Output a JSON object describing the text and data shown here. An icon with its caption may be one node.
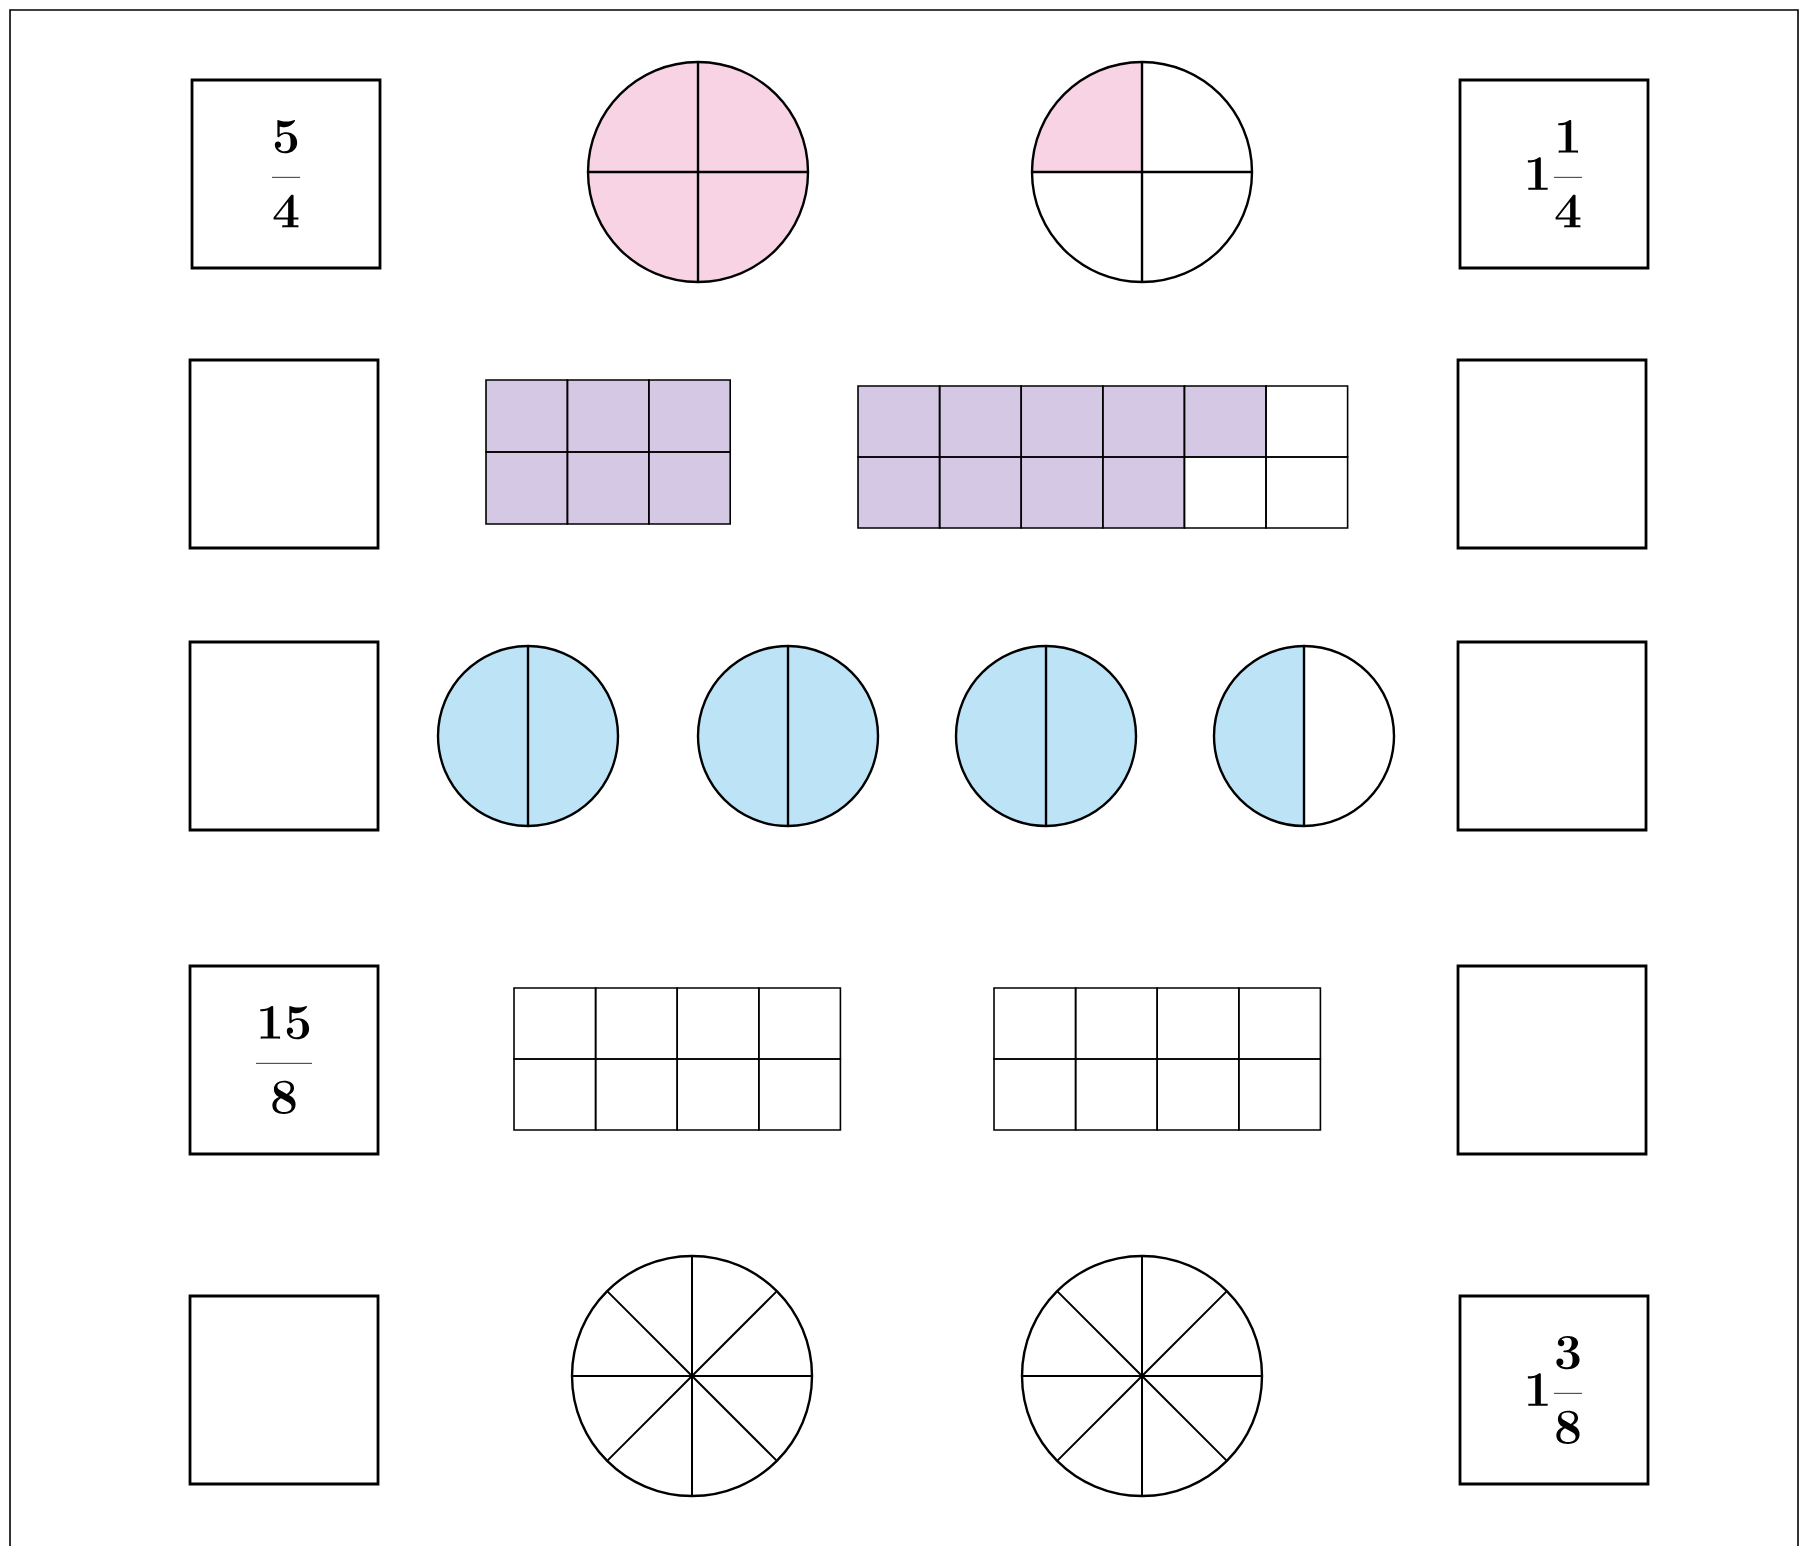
{
  "diagram": {
    "nodes": [
      {
        "text": [
          "\\frac{5}{4}"
        ]
      },
      {
        "text": [
          "1\\frac{1}{4}"
        ]
      },
      {
        "text": [],
        "shape": "box"
      },
      {
        "text": [],
        "shape": "box"
      },
      {
        "text": [],
        "shape": "box"
      },
      {
        "text": [],
        "shape": "box"
      },
      {
        "text": [
          "\\frac{15}{8}"
        ]
      },
      {
        "text": [],
        "shape": "box"
      },
      {
        "text": [],
        "shape": "box"
      },
      {
        "text": [
          "1\\frac{3}{8}"
        ]
      }
    ]
  }
}
